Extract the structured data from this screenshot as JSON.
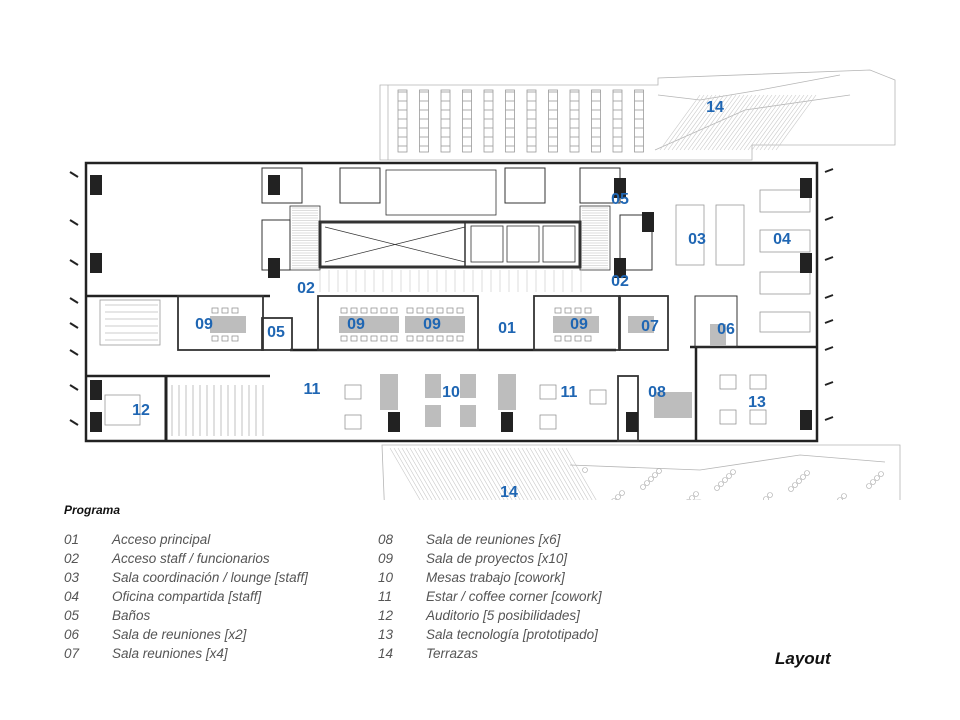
{
  "diagram": {
    "labels": [
      {
        "id": "14-north",
        "text": "14"
      },
      {
        "id": "05-ne",
        "text": "05"
      },
      {
        "id": "03",
        "text": "03"
      },
      {
        "id": "04",
        "text": "04"
      },
      {
        "id": "02-west",
        "text": "02"
      },
      {
        "id": "02-east",
        "text": "02"
      },
      {
        "id": "09-a",
        "text": "09"
      },
      {
        "id": "05-w",
        "text": "05"
      },
      {
        "id": "09-b",
        "text": "09"
      },
      {
        "id": "09-c",
        "text": "09"
      },
      {
        "id": "01",
        "text": "01"
      },
      {
        "id": "09-d",
        "text": "09"
      },
      {
        "id": "07",
        "text": "07"
      },
      {
        "id": "06",
        "text": "06"
      },
      {
        "id": "11-west",
        "text": "11"
      },
      {
        "id": "10",
        "text": "10"
      },
      {
        "id": "11-east",
        "text": "11"
      },
      {
        "id": "08",
        "text": "08"
      },
      {
        "id": "12",
        "text": "12"
      },
      {
        "id": "13",
        "text": "13"
      },
      {
        "id": "14-south",
        "text": "14"
      }
    ],
    "colors": {
      "label": "#1f66b3",
      "wall": "#222222",
      "thin": "#9a9a9a",
      "furniture": "#bdbdbd"
    }
  },
  "legend": {
    "title": "Programa",
    "left": [
      {
        "code": "01",
        "text": "Acceso principal"
      },
      {
        "code": "02",
        "text": "Acceso staff / funcionarios"
      },
      {
        "code": "03",
        "text": "Sala coordinación / lounge [staff]"
      },
      {
        "code": "04",
        "text": "Oficina compartida [staff]"
      },
      {
        "code": "05",
        "text": "Baños"
      },
      {
        "code": "06",
        "text": "Sala de reuniones [x2]"
      },
      {
        "code": "07",
        "text": "Sala reuniones [x4]"
      }
    ],
    "right": [
      {
        "code": "08",
        "text": "Sala de reuniones [x6]"
      },
      {
        "code": "09",
        "text": "Sala de proyectos [x10]"
      },
      {
        "code": "10",
        "text": "Mesas trabajo [cowork]"
      },
      {
        "code": "11",
        "text": "Estar / coffee corner [cowork]"
      },
      {
        "code": "12",
        "text": "Auditorio [5 posibilidades]"
      },
      {
        "code": "13",
        "text": "Sala tecnología [prototipado]"
      },
      {
        "code": "14",
        "text": "Terrazas"
      }
    ]
  },
  "layout_title": "Layout"
}
